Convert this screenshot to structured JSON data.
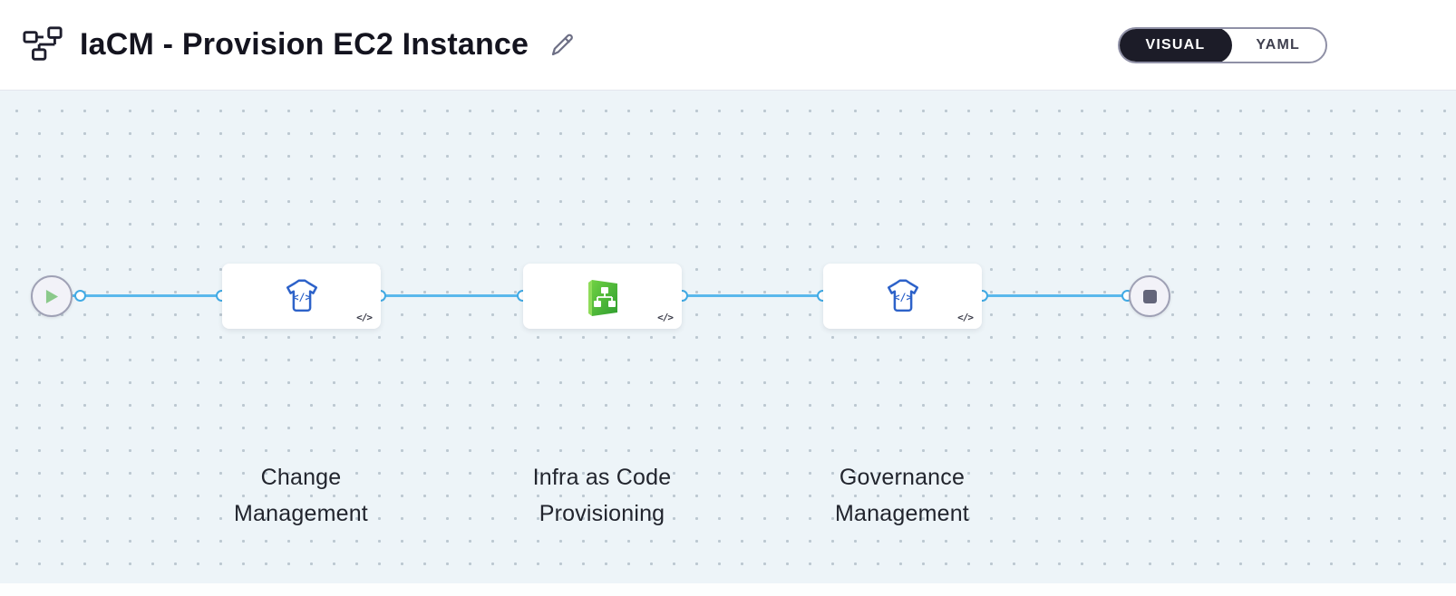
{
  "header": {
    "title": "IaCM - Provision EC2 Instance",
    "icons": [
      "pipeline-graph-icon",
      "pencil-icon"
    ],
    "toggle": {
      "visual_label": "VISUAL",
      "yaml_label": "YAML",
      "selected": "VISUAL"
    }
  },
  "canvas": {
    "start_node": {
      "icon": "play-icon"
    },
    "end_node": {
      "icon": "stop-icon"
    },
    "stages": [
      {
        "label": "Change\nManagement",
        "icon": "custom-stage-icon",
        "badge": "</>"
      },
      {
        "label": "Infra as Code\nProvisioning",
        "icon": "infra-as-code-icon",
        "badge": "</>"
      },
      {
        "label": "Governance\nManagement",
        "icon": "custom-stage-icon",
        "badge": "</>"
      }
    ]
  },
  "colors": {
    "connector_blue": "#5ab8ec",
    "stage_icon_blue": "#2d62c9",
    "stage_icon_green": "#43b637",
    "toggle_active_bg": "#1c1c28",
    "canvas_bg": "#edf4f8"
  }
}
